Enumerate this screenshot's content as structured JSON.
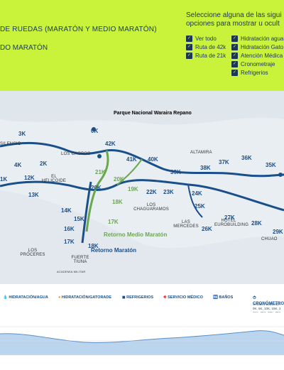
{
  "header": {
    "route_title": "DE RUEDAS (MARATÓN Y MEDIO MARATÓN)",
    "route_sub": "DO MARATÓN",
    "panel_title_1": "Seleccione alguna de las sigui",
    "panel_title_2": "opciones para mostrar u ocult",
    "left_options": [
      "Ver todo",
      "Ruta de 42k",
      "Ruta de 21k"
    ],
    "right_options": [
      "Hidratación agua",
      "Hidratación Gato",
      "Atención Médica",
      "Cronometraje",
      "Refrigerios"
    ]
  },
  "map": {
    "park": "Parque Nacional Waraira Repano",
    "places": [
      "SILENCIO",
      "LOS CAOBOS",
      "EL HELICOIDE",
      "LOS CHAGUARAMOS",
      "LAS MERCEDES",
      "HOTEL EUROBUILDING",
      "ALTAMIRA",
      "CHUAO",
      "LOS PRÓCERES",
      "FUERTE TIUNA",
      "ACADEMIA MILITAR"
    ],
    "km_labels": [
      "3K",
      "2K",
      "4K",
      "1K",
      "12K",
      "13K",
      "14K",
      "15K",
      "16K",
      "17K",
      "18K",
      "0K",
      "42K",
      "41K",
      "40K",
      "39K",
      "38K",
      "37K",
      "36K",
      "35K",
      "22K",
      "23K",
      "24K",
      "25K",
      "26K",
      "27K",
      "28K",
      "29K",
      "20K"
    ],
    "green_km": [
      "21K",
      "20K",
      "19K",
      "18K",
      "17K"
    ],
    "returns": [
      "Retorno Medio Maratón",
      "Retorno Maratón"
    ]
  },
  "legend": {
    "items": [
      "HIDRATACIÓN/AGUA",
      "HIDRATACIÓN/GATORADE",
      "REFRIGERIOS",
      "SERVICIO MÉDICO",
      "BAÑOS"
    ],
    "crono_title": "CRONÓMETRO",
    "crono_lines": [
      "SALIDA, LLEGADA",
      "0K, 5K, 10K, 15K, 2",
      "21K, 25K, 30K, 35K"
    ]
  },
  "colors": {
    "header_bg": "#c9f23a",
    "route_blue": "#1a4f8a",
    "route_green": "#6aa84f",
    "map_bg": "#e9eef3"
  }
}
